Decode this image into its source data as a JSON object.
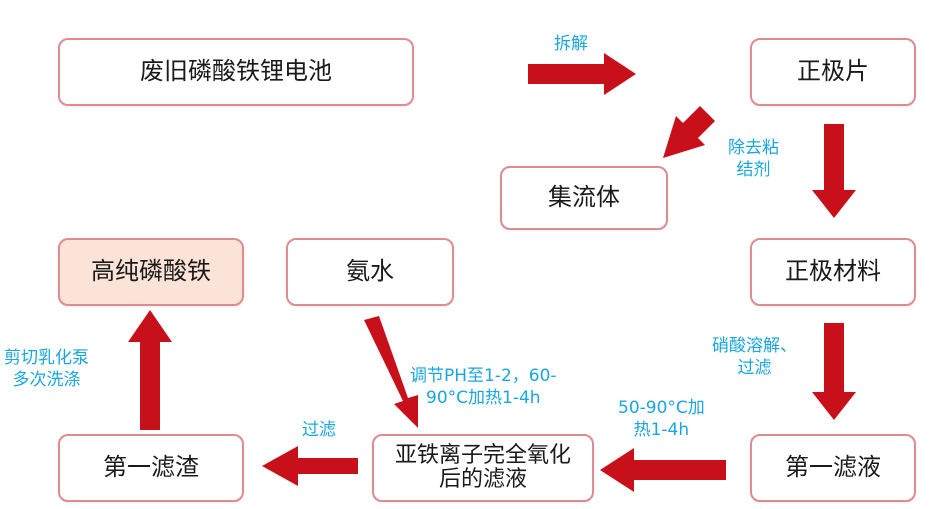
{
  "nodes": {
    "waste_battery": "废旧磷酸铁锂电池",
    "cathode_sheet": "正极片",
    "current_collector": "集流体",
    "cathode_material": "正极材料",
    "ammonia": "氨水",
    "high_purity_product": "高纯磷酸铁",
    "first_filtrate": "第一滤液",
    "oxidized_filtrate": "亚铁离子完全氧化后的滤液",
    "first_residue": "第一滤渣"
  },
  "edge_labels": {
    "disassemble": "拆解",
    "remove_binder_line1": "除去粘",
    "remove_binder_line2": "结剂",
    "nitric_dissolve_line1": "硝酸溶解、",
    "nitric_dissolve_line2": "过滤",
    "heat_line1": "50-90°C加",
    "heat_line2": "热1-4h",
    "adjust_ph_line1": "调节PH至1-2，60-",
    "adjust_ph_line2": "90°C加热1-4h",
    "filter": "过滤",
    "wash_line1": "剪切乳化泵",
    "wash_line2": "多次洗涤"
  },
  "colors": {
    "arrow": "#c8101a",
    "node_border": "#e08a92",
    "label": "#1aa6df",
    "highlight_fill": "#fbe3d8"
  }
}
